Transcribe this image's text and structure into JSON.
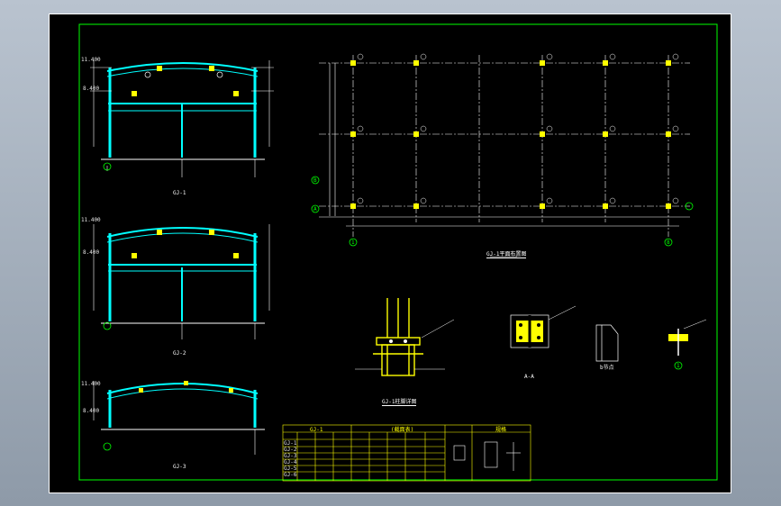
{
  "drawing": {
    "frame_elevations": [
      {
        "id": "frame-1",
        "caption": "GJ-1",
        "ridge_level": "11.400",
        "eave_level": "8.400"
      },
      {
        "id": "frame-2",
        "caption": "GJ-2",
        "ridge_level": "11.400",
        "eave_level": "8.400"
      },
      {
        "id": "frame-3",
        "caption": "GJ-3",
        "ridge_level": "11.400",
        "eave_level": "8.400"
      }
    ],
    "plan": {
      "grid_bubbles_left": [
        "B",
        "A"
      ],
      "grid_bubbles_bottom": [
        "1",
        "8"
      ],
      "title": "GJ-1平面布置图"
    },
    "details": {
      "column_base_title": "GJ-1柱脚详图",
      "section_a_title": "A-A",
      "detail_b_title": "b节点",
      "detail_1_title": "1"
    },
    "table": {
      "header_left": "GJ-1",
      "header_mid": "(截面表)",
      "header_right": "规格",
      "rows": [
        "GJ-1",
        "GJ-2",
        "GJ-3",
        "GJ-4",
        "GJ-5",
        "GJ-6"
      ]
    },
    "colors": {
      "frame": "#00ffff",
      "grid": "#ffffff",
      "border": "#00ff00",
      "detail": "#ffff00",
      "table": "#ffff00",
      "accent": "#ff00ff"
    }
  }
}
